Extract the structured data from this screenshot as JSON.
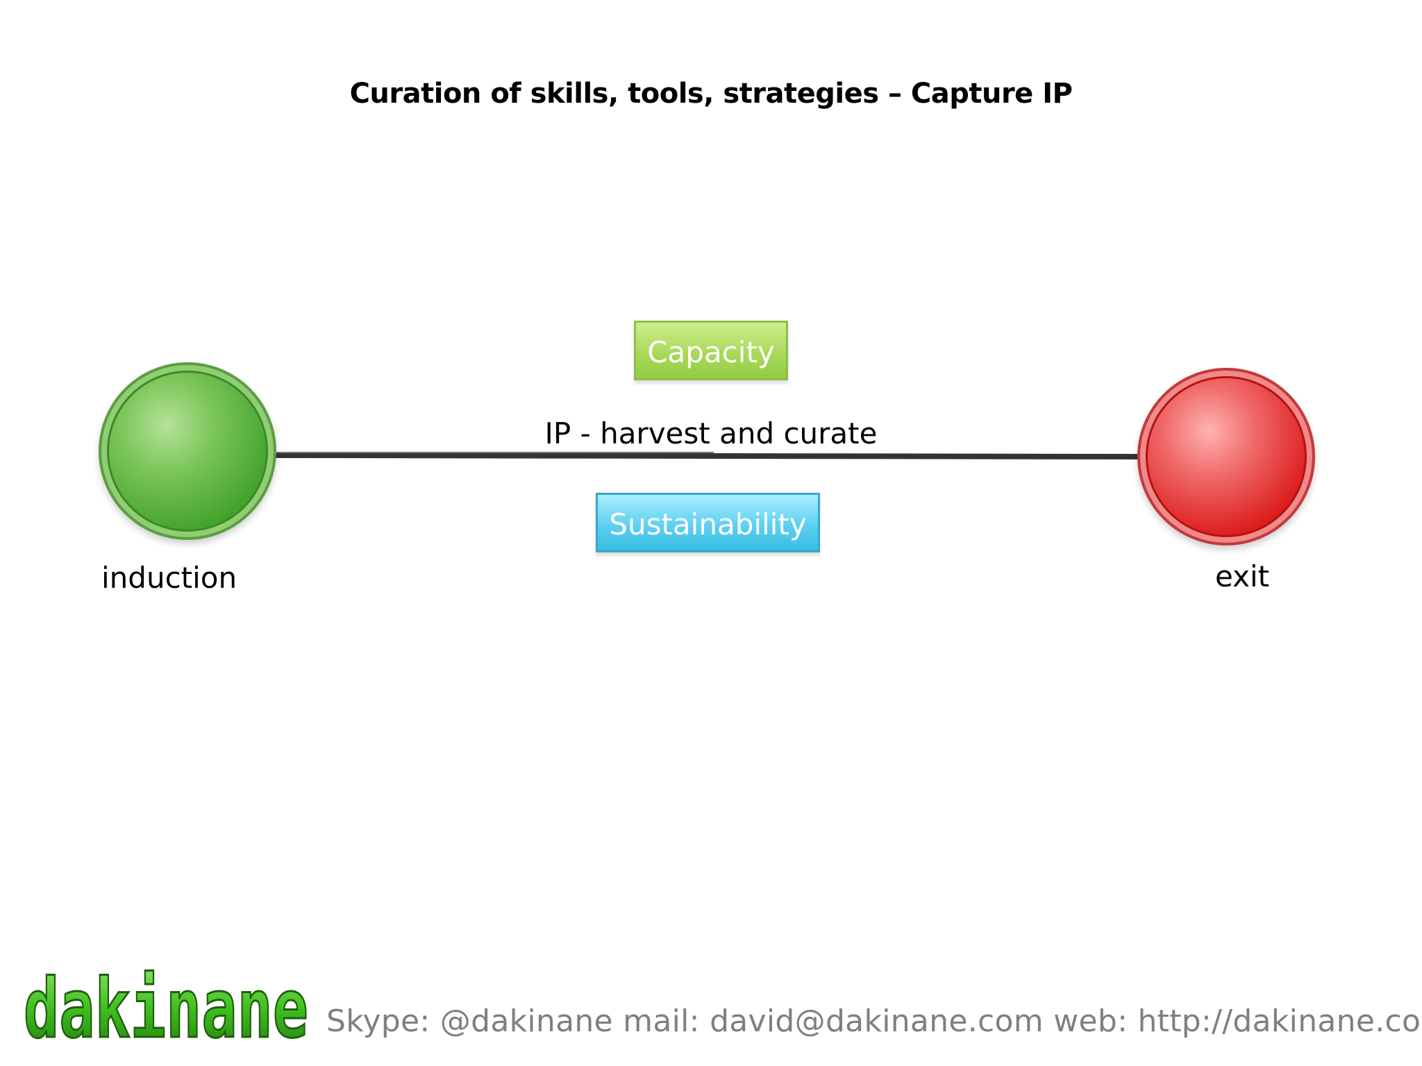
{
  "slide": {
    "title": "Curation of skills, tools, strategies – Capture IP",
    "footer": "Skype: @dakinane mail: david@dakinane.com web: http://dakinane.com",
    "logo_text": "dakinane"
  },
  "diagram": {
    "start_node": {
      "label": "induction",
      "color": "#44a32c"
    },
    "end_node": {
      "label": "exit",
      "color": "#dc1d1d"
    },
    "edge": {
      "label": "IP - harvest and curate",
      "color": "#333333"
    },
    "boxes": [
      {
        "label": "Capacity",
        "color": "#a9d95a"
      },
      {
        "label": "Sustainability",
        "color": "#5fd0f0"
      }
    ]
  },
  "colors": {
    "footer_text": "#7f7f7f",
    "logo_green": "#3fbf1f"
  }
}
